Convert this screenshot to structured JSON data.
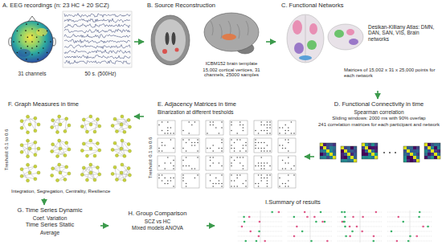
{
  "diagram": {
    "nodes": [
      {
        "text": [
          "A. EEG recordings (n: 23 HC + 20 SCZ)",
          "31 channels",
          "50 s. (500Hz)"
        ]
      },
      {
        "text": [
          "B. Source Reconstruction",
          "ICBM152 brain template",
          "15,002 cortical vertices, 31 channels, 25000 samples"
        ]
      },
      {
        "text": [
          "C. Functional Networks",
          "Desikan-Killiany Atlas: DMN, DAN, SAN, VIS, Brain networks",
          "Matrices of 15,002 x 31 x 25,000 points for each network"
        ]
      },
      {
        "text": [
          "D. Functional Connectivity in time",
          "Spearman correlation",
          "Sliding windows: 2000 ms with 90% overlap",
          "241 correlation matrices for each participant and network"
        ]
      },
      {
        "text": [
          "E. Adjacency Matrices in time",
          "Binarization at different tresholds",
          "Treshold: 0.1 to 0.6"
        ]
      },
      {
        "text": [
          "F. Graph Measures in time",
          "Treshold: 0.1 to 0.6",
          "Integration, Segregation, Centrality, Resilience"
        ]
      },
      {
        "text": [
          "G. Time Series Dynamic",
          "Coef. Variation",
          "Time Series Static",
          "Average"
        ]
      },
      {
        "text": [
          "H. Group Comparison",
          "SCZ vs HC",
          "Mixed models ANOVA"
        ]
      },
      {
        "text": [
          "I.Summary of results"
        ]
      }
    ],
    "edges": [
      {
        "from": 0,
        "to": 1,
        "arrow": "to"
      },
      {
        "from": 1,
        "to": 2,
        "arrow": "to"
      },
      {
        "from": 2,
        "to": 3,
        "arrow": "to"
      },
      {
        "from": 3,
        "to": 4,
        "arrow": "to"
      },
      {
        "from": 4,
        "to": 5,
        "arrow": "to"
      },
      {
        "from": 5,
        "to": 6,
        "arrow": "to"
      },
      {
        "from": 6,
        "to": 7,
        "arrow": "to"
      },
      {
        "from": 7,
        "to": 8,
        "arrow": "to"
      }
    ]
  }
}
